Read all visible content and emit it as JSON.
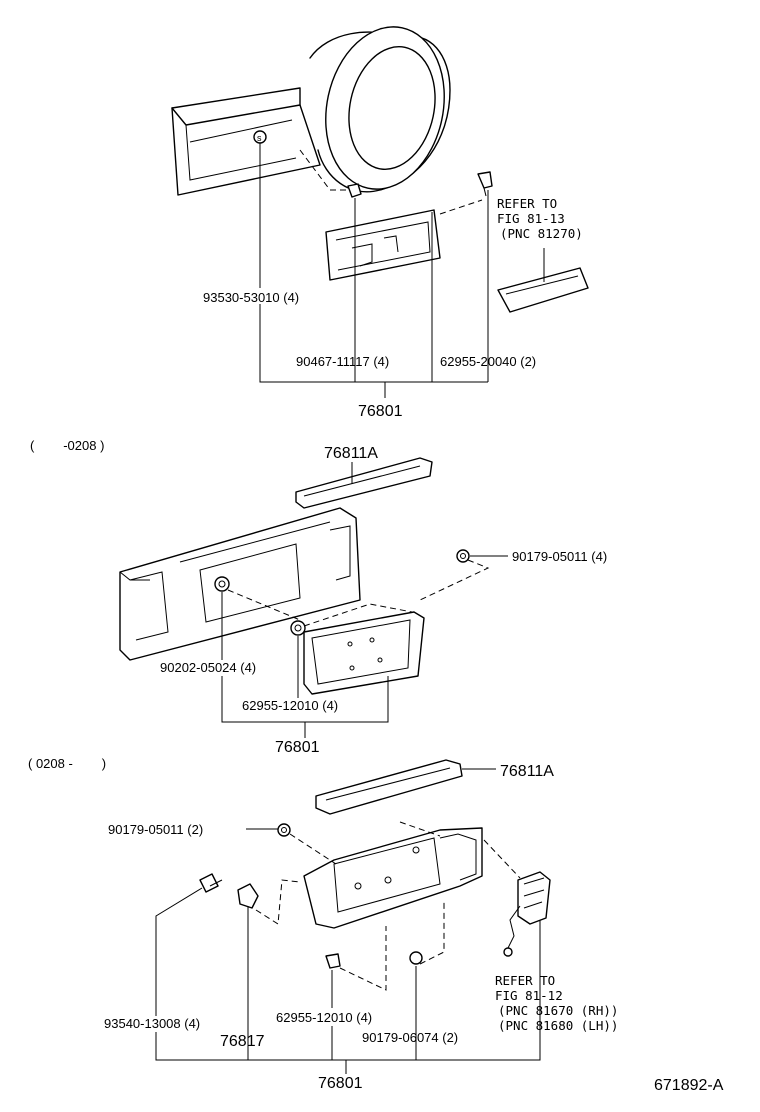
{
  "section1": {
    "refer_lines": [
      "REFER TO",
      "FIG 81-13",
      "(PNC 81270)"
    ],
    "labels": {
      "p1": "93530-53010 (4)",
      "p2": "90467-11117 (4)",
      "p3": "62955-20040 (2)",
      "assy": "76801"
    }
  },
  "section2": {
    "period": "(        -0208 )",
    "labels": {
      "moulding": "76811A",
      "p1": "90179-05011 (4)",
      "p2": "90202-05024 (4)",
      "p3": "62955-12010 (4)",
      "assy": "76801"
    }
  },
  "section3": {
    "period": "( 0208 -        )",
    "refer_lines": [
      "REFER TO",
      "FIG 81-12",
      "(PNC 81670 (RH))",
      "(PNC 81680 (LH))"
    ],
    "labels": {
      "moulding": "76811A",
      "p1": "90179-05011 (2)",
      "p2": "93540-13008 (4)",
      "p3": "76817",
      "p4": "62955-12010 (4)",
      "p5": "90179-06074 (2)",
      "assy": "76801"
    }
  },
  "figure_id": "671892-A"
}
